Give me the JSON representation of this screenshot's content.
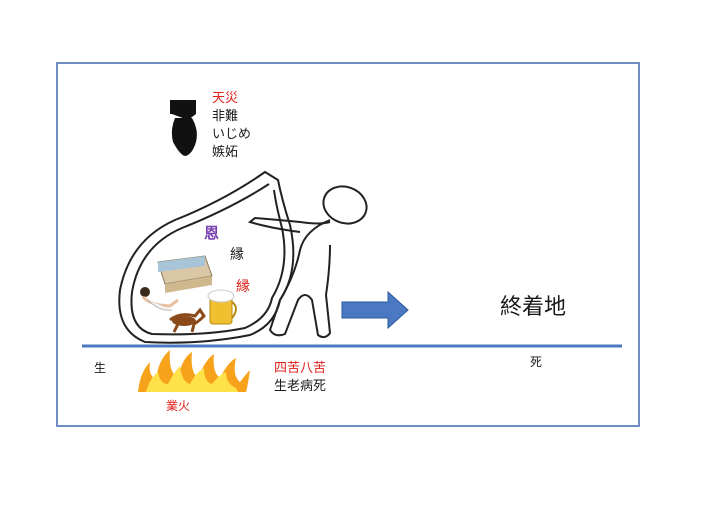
{
  "top_labels": {
    "disaster": "天災",
    "criticism": "非難",
    "bullying": "いじめ",
    "envy": "嫉妬"
  },
  "bag_labels": {
    "gratitude": "恩",
    "fate_black": "縁",
    "fate_red": "縁"
  },
  "destination": "終着地",
  "birth": "生",
  "death": "死",
  "karma_fire": "業火",
  "sufferings": {
    "four_eight": "四苦八苦",
    "four_list": "生老病死"
  },
  "colors": {
    "red": "#e0201a",
    "purple": "#7a3fb0",
    "arrow": "#4a78c2",
    "ground": "#4a78c2",
    "frame": "#6f8fc4"
  }
}
